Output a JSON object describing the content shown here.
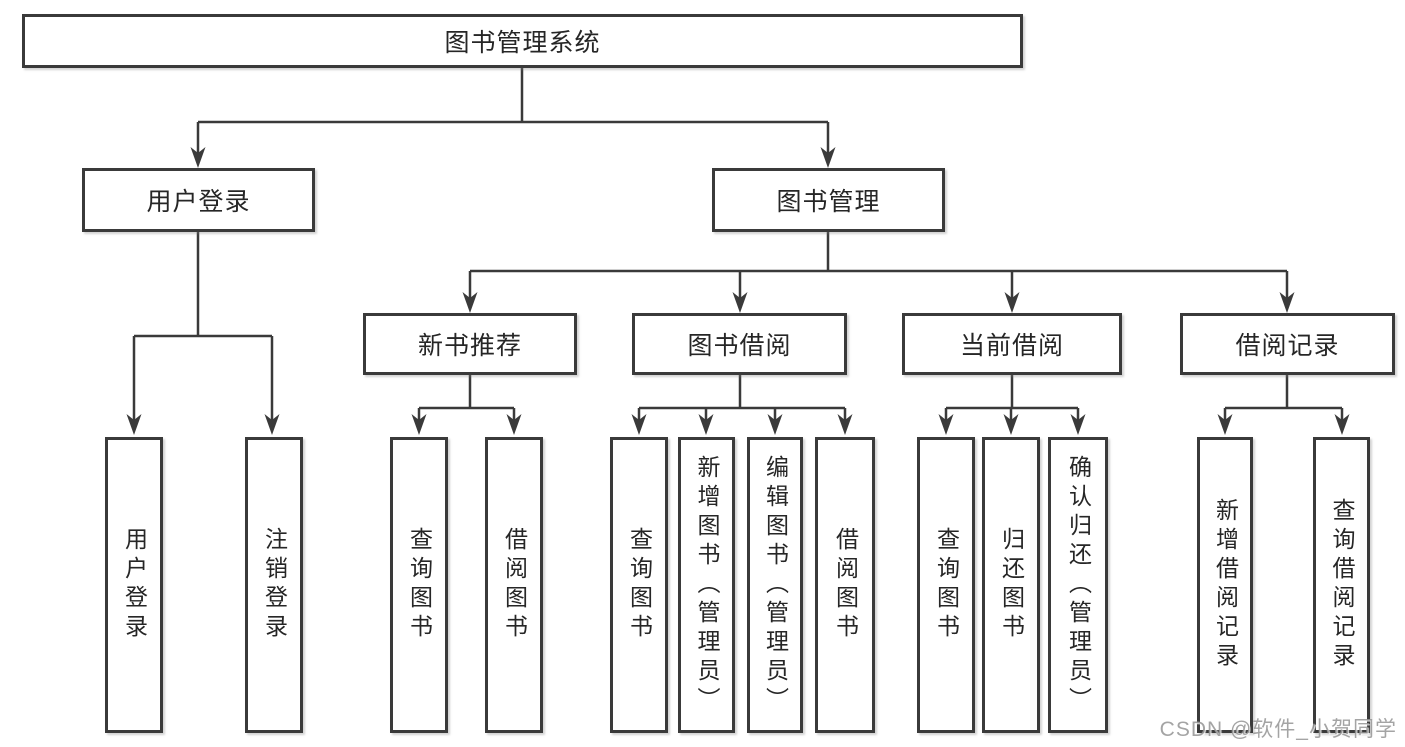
{
  "tree": {
    "label": "图书管理系统",
    "children": [
      {
        "label": "用户登录",
        "children": [
          {
            "label": "用户登录"
          },
          {
            "label": "注销登录"
          }
        ]
      },
      {
        "label": "图书管理",
        "children": [
          {
            "label": "新书推荐",
            "children": [
              {
                "label": "查询图书"
              },
              {
                "label": "借阅图书"
              }
            ]
          },
          {
            "label": "图书借阅",
            "children": [
              {
                "label": "查询图书"
              },
              {
                "label": "新增图书（管理员）"
              },
              {
                "label": "编辑图书（管理员）"
              },
              {
                "label": "借阅图书"
              }
            ]
          },
          {
            "label": "当前借阅",
            "children": [
              {
                "label": "查询图书"
              },
              {
                "label": "归还图书"
              },
              {
                "label": "确认归还（管理员）"
              }
            ]
          },
          {
            "label": "借阅记录",
            "children": [
              {
                "label": "新增借阅记录"
              },
              {
                "label": "查询借阅记录"
              }
            ]
          }
        ]
      }
    ]
  },
  "watermark": "CSDN @软件_小贺同学",
  "colors": {
    "line": "#3a3a3a",
    "node_border": "#3a3a3a",
    "node_text": "#262626",
    "background": "#ffffff",
    "watermark_text": "#949494"
  }
}
